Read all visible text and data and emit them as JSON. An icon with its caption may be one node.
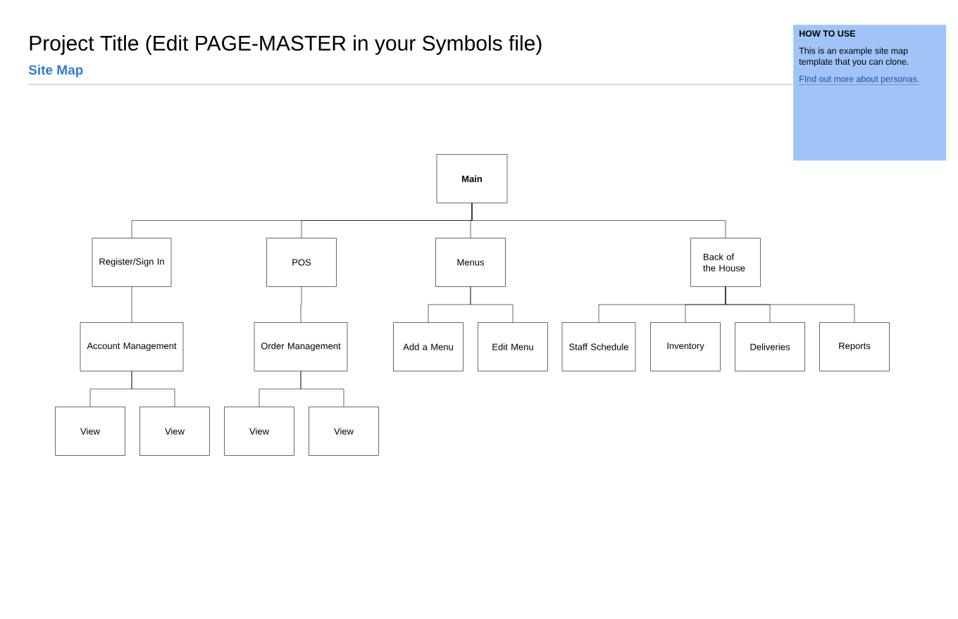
{
  "diagram": {
    "title": "Project Title (Edit PAGE-MASTER in your Symbols file)",
    "nodes": [
      {
        "text": [
          "Main"
        ]
      },
      {
        "text": [
          "Register/Sign In"
        ]
      },
      {
        "text": [
          "POS"
        ]
      },
      {
        "text": [
          "Menus"
        ]
      },
      {
        "text": [
          "Back of the House"
        ]
      },
      {
        "text": [
          "Account Management"
        ]
      },
      {
        "text": [
          "Order Management"
        ]
      },
      {
        "text": [
          "Add a Menu"
        ]
      },
      {
        "text": [
          "Edit Menu"
        ]
      },
      {
        "text": [
          "Staff Schedule"
        ]
      },
      {
        "text": [
          "Inventory"
        ]
      },
      {
        "text": [
          "Deliveries"
        ]
      },
      {
        "text": [
          "Reports"
        ]
      },
      {
        "text": [
          "View"
        ]
      },
      {
        "text": [
          "View"
        ]
      },
      {
        "text": [
          "View"
        ]
      },
      {
        "text": [
          "View"
        ]
      },
      {
        "text": [
          "HOW TO USE",
          "This is an example site map template that you can clone.",
          "FInd out more about personas."
        ]
      }
    ],
    "edges": [
      {
        "from": 0,
        "to": 1,
        "arrow": "none"
      },
      {
        "from": 0,
        "to": 2,
        "arrow": "none"
      },
      {
        "from": 0,
        "to": 3,
        "arrow": "none"
      },
      {
        "from": 0,
        "to": 4,
        "arrow": "none"
      },
      {
        "from": 1,
        "to": 5,
        "arrow": "none"
      },
      {
        "from": 2,
        "to": 6,
        "arrow": "none"
      },
      {
        "from": 3,
        "to": 7,
        "arrow": "none"
      },
      {
        "from": 3,
        "to": 8,
        "arrow": "none"
      },
      {
        "from": 4,
        "to": 9,
        "arrow": "none"
      },
      {
        "from": 4,
        "to": 10,
        "arrow": "none"
      },
      {
        "from": 4,
        "to": 11,
        "arrow": "none"
      },
      {
        "from": 4,
        "to": 12,
        "arrow": "none"
      },
      {
        "from": 5,
        "to": 13,
        "arrow": "none"
      },
      {
        "from": 5,
        "to": 14,
        "arrow": "none"
      },
      {
        "from": 6,
        "to": 15,
        "arrow": "none"
      },
      {
        "from": 6,
        "to": 16,
        "arrow": "none"
      }
    ],
    "labels": [
      "Site Map"
    ]
  }
}
